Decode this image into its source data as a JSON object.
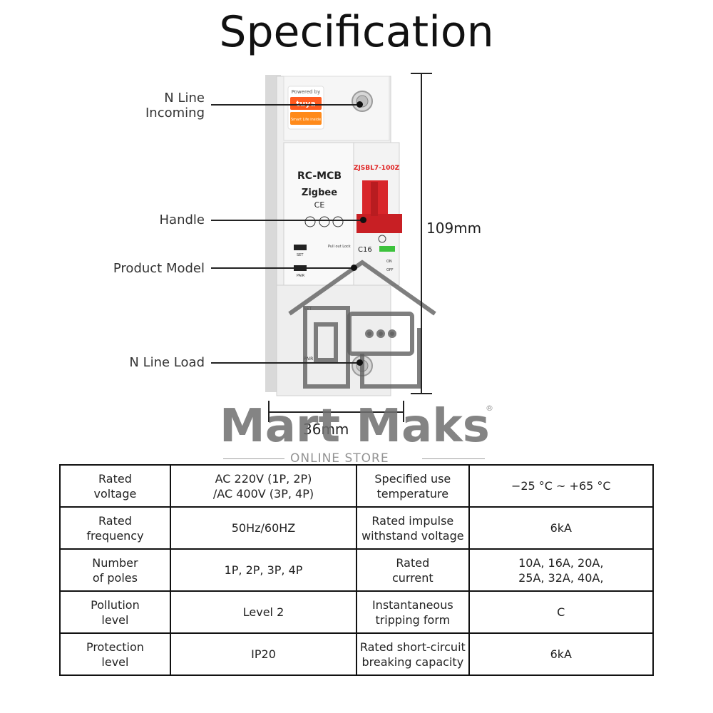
{
  "title": "Specification",
  "callouts": {
    "n_line_incoming": "N Line\nIncoming",
    "handle": "Handle",
    "product_model": "Product Model",
    "n_line_load": "N Line Load"
  },
  "dimensions": {
    "height": "109mm",
    "width": "36mm"
  },
  "device": {
    "powered_by": "Powered by",
    "brand": "tuya",
    "brand_sub": "Smart Life inside",
    "type": "RC-MCB",
    "protocol": "Zigbee",
    "mark": "CE",
    "model": "ZJSBL7-100Z",
    "rating": "C16",
    "set_label": "SET",
    "pair_label": "PAIR",
    "pull_label": "Pull out Lock",
    "on_label": "ON",
    "off_label": "OFF"
  },
  "watermark": {
    "brand": "Mart Maks",
    "tagline": "ONLINE STORE",
    "reg": "®"
  },
  "spec_table": [
    [
      "Rated\nvoltage",
      "AC 220V (1P, 2P)\n/AC 400V (3P, 4P)",
      "Specified use\ntemperature",
      "−25 °C ~ +65 °C"
    ],
    [
      "Rated\nfrequency",
      "50Hz/60HZ",
      "Rated impulse\nwithstand voltage",
      "6kA"
    ],
    [
      "Number\nof poles",
      "1P, 2P, 3P, 4P",
      "Rated\ncurrent",
      "10A, 16A, 20A,\n25A, 32A, 40A,"
    ],
    [
      "Pollution\nlevel",
      "Level 2",
      "Instantaneous\ntripping form",
      "C"
    ],
    [
      "Protection\nlevel",
      "IP20",
      "Rated short-circuit\nbreaking capacity",
      "6kA"
    ]
  ]
}
